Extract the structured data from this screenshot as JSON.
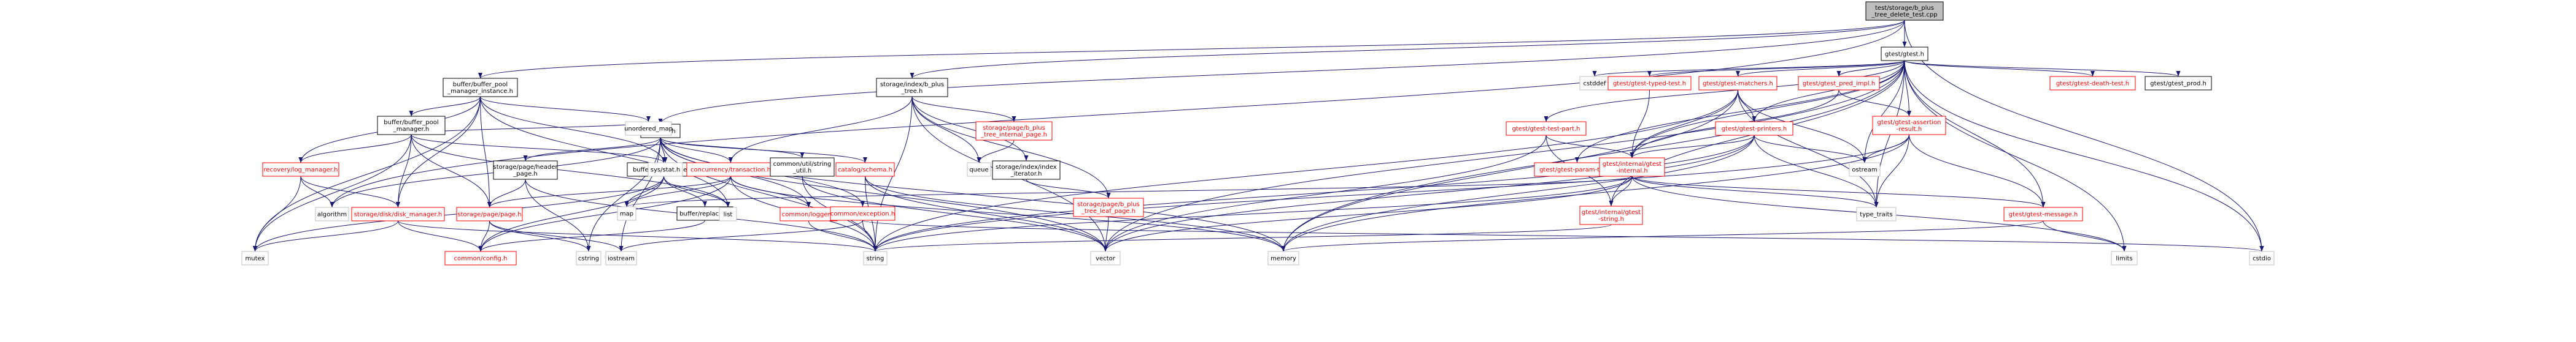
{
  "graph": {
    "title": "test/storage/b_plus_tree_delete_test.cpp",
    "colors": {
      "edge": "#191970",
      "text_default": "#000000",
      "text_highlight": "#ff0000",
      "border_default": "#000000",
      "border_highlight": "#ff0000",
      "border_external": "#bfbfbf",
      "root_fill": "#bfbfbf",
      "node_fill": "#ffffff"
    },
    "nodes": [
      {
        "id": "root",
        "kind": "root",
        "lines": [
          "test/storage/b_plus",
          "_tree_delete_test.cpp"
        ]
      },
      {
        "id": "bpmi",
        "kind": "normal",
        "lines": [
          "buffer/buffer_pool",
          "_manager_instance.h"
        ]
      },
      {
        "id": "bpt",
        "kind": "normal",
        "lines": [
          "storage/index/b_plus",
          "_tree.h"
        ]
      },
      {
        "id": "test_util",
        "kind": "normal",
        "lines": [
          "test_util.h"
        ]
      },
      {
        "id": "gtest",
        "kind": "normal",
        "lines": [
          "gtest/gtest.h"
        ]
      },
      {
        "id": "bpm",
        "kind": "normal",
        "lines": [
          "buffer/buffer_pool",
          "_manager.h"
        ]
      },
      {
        "id": "logmgr",
        "kind": "red",
        "lines": [
          "recovery/log_manager.h"
        ]
      },
      {
        "id": "lru",
        "kind": "normal",
        "lines": [
          "buffer/lru_replacer.h"
        ]
      },
      {
        "id": "diskmgr",
        "kind": "red",
        "lines": [
          "storage/disk/disk_manager.h"
        ]
      },
      {
        "id": "replacer",
        "kind": "normal",
        "lines": [
          "buffer/replacer.h"
        ]
      },
      {
        "id": "page",
        "kind": "red",
        "lines": [
          "storage/page/page.h"
        ]
      },
      {
        "id": "config",
        "kind": "red",
        "lines": [
          "common/config.h"
        ]
      },
      {
        "id": "headerpage",
        "kind": "normal",
        "lines": [
          "storage/page/header",
          "_page.h"
        ]
      },
      {
        "id": "transaction",
        "kind": "red",
        "lines": [
          "concurrency/transaction.h"
        ]
      },
      {
        "id": "stringutil",
        "kind": "normal",
        "lines": [
          "common/util/string",
          "_util.h"
        ]
      },
      {
        "id": "logger",
        "kind": "red",
        "lines": [
          "common/logger.h"
        ]
      },
      {
        "id": "schema",
        "kind": "red",
        "lines": [
          "catalog/schema.h"
        ]
      },
      {
        "id": "exception",
        "kind": "red",
        "lines": [
          "common/exception.h"
        ]
      },
      {
        "id": "internalpage",
        "kind": "red",
        "lines": [
          "storage/page/b_plus",
          "_tree_internal_page.h"
        ]
      },
      {
        "id": "indexiter",
        "kind": "normal",
        "lines": [
          "storage/index/index",
          "_iterator.h"
        ]
      },
      {
        "id": "leafpage",
        "kind": "red",
        "lines": [
          "storage/page/b_plus",
          "_tree_leaf_page.h"
        ]
      },
      {
        "id": "cstddef",
        "kind": "external",
        "lines": [
          "cstddef"
        ]
      },
      {
        "id": "typedtest",
        "kind": "red",
        "lines": [
          "gtest/gtest-typed-test.h"
        ]
      },
      {
        "id": "matchers",
        "kind": "red",
        "lines": [
          "gtest/gtest-matchers.h"
        ]
      },
      {
        "id": "predimpl",
        "kind": "red",
        "lines": [
          "gtest/gtest_pred_impl.h"
        ]
      },
      {
        "id": "deathtest",
        "kind": "red",
        "lines": [
          "gtest/gtest-death-test.h"
        ]
      },
      {
        "id": "gtestprod",
        "kind": "normal",
        "lines": [
          "gtest/gtest_prod.h"
        ]
      },
      {
        "id": "testpart",
        "kind": "red",
        "lines": [
          "gtest/gtest-test-part.h"
        ]
      },
      {
        "id": "paramtest",
        "kind": "red",
        "lines": [
          "gtest/gtest-param-test.h"
        ]
      },
      {
        "id": "printers",
        "kind": "red",
        "lines": [
          "gtest/gtest-printers.h"
        ]
      },
      {
        "id": "assertresult",
        "kind": "red",
        "lines": [
          "gtest/gtest-assertion",
          "-result.h"
        ]
      },
      {
        "id": "internal",
        "kind": "red",
        "lines": [
          "gtest/internal/gtest",
          "-internal.h"
        ]
      },
      {
        "id": "gtestmessage",
        "kind": "red",
        "lines": [
          "gtest/gtest-message.h"
        ]
      },
      {
        "id": "internalstring",
        "kind": "red",
        "lines": [
          "gtest/internal/gtest",
          "-string.h"
        ]
      },
      {
        "id": "unordered_map",
        "kind": "external",
        "lines": [
          "unordered_map"
        ]
      },
      {
        "id": "list",
        "kind": "external",
        "lines": [
          "list"
        ]
      },
      {
        "id": "mutex",
        "kind": "external",
        "lines": [
          "mutex"
        ]
      },
      {
        "id": "algorithm",
        "kind": "external",
        "lines": [
          "algorithm"
        ]
      },
      {
        "id": "map",
        "kind": "external",
        "lines": [
          "map"
        ]
      },
      {
        "id": "cstring",
        "kind": "external",
        "lines": [
          "cstring"
        ]
      },
      {
        "id": "iostream",
        "kind": "external",
        "lines": [
          "iostream"
        ]
      },
      {
        "id": "sysstat",
        "kind": "external",
        "lines": [
          "sys/stat.h"
        ]
      },
      {
        "id": "queue",
        "kind": "external",
        "lines": [
          "queue"
        ]
      },
      {
        "id": "string",
        "kind": "external",
        "lines": [
          "string"
        ]
      },
      {
        "id": "vector",
        "kind": "external",
        "lines": [
          "vector"
        ]
      },
      {
        "id": "memory",
        "kind": "external",
        "lines": [
          "memory"
        ]
      },
      {
        "id": "ostream",
        "kind": "external",
        "lines": [
          "ostream"
        ]
      },
      {
        "id": "type_traits",
        "kind": "external",
        "lines": [
          "type_traits"
        ]
      },
      {
        "id": "limits",
        "kind": "external",
        "lines": [
          "limits"
        ]
      },
      {
        "id": "cstdio",
        "kind": "external",
        "lines": [
          "cstdio"
        ]
      }
    ],
    "edges": [
      [
        "root",
        "bpmi"
      ],
      [
        "root",
        "bpt"
      ],
      [
        "root",
        "test_util"
      ],
      [
        "root",
        "gtest"
      ],
      [
        "root",
        "algorithm"
      ],
      [
        "root",
        "cstdio"
      ],
      [
        "bpmi",
        "bpm"
      ],
      [
        "bpmi",
        "lru"
      ],
      [
        "bpmi",
        "logmgr"
      ],
      [
        "bpmi",
        "diskmgr"
      ],
      [
        "bpmi",
        "page"
      ],
      [
        "bpmi",
        "list"
      ],
      [
        "bpmi",
        "unordered_map"
      ],
      [
        "bpmi",
        "mutex"
      ],
      [
        "bpm",
        "lru"
      ],
      [
        "bpm",
        "logmgr"
      ],
      [
        "bpm",
        "diskmgr"
      ],
      [
        "bpm",
        "page"
      ],
      [
        "bpm",
        "list"
      ],
      [
        "bpm",
        "mutex"
      ],
      [
        "bpm",
        "unordered_map"
      ],
      [
        "logmgr",
        "diskmgr"
      ],
      [
        "logmgr",
        "algorithm"
      ],
      [
        "logmgr",
        "mutex"
      ],
      [
        "lru",
        "replacer"
      ],
      [
        "lru",
        "list"
      ],
      [
        "lru",
        "map"
      ],
      [
        "lru",
        "mutex"
      ],
      [
        "lru",
        "config"
      ],
      [
        "replacer",
        "config"
      ],
      [
        "diskmgr",
        "mutex"
      ],
      [
        "diskmgr",
        "string"
      ],
      [
        "diskmgr",
        "config"
      ],
      [
        "page",
        "config"
      ],
      [
        "page",
        "cstring"
      ],
      [
        "page",
        "iostream"
      ],
      [
        "headerpage",
        "page"
      ],
      [
        "headerpage",
        "cstring"
      ],
      [
        "headerpage",
        "string"
      ],
      [
        "test_util",
        "headerpage"
      ],
      [
        "test_util",
        "transaction"
      ],
      [
        "test_util",
        "stringutil"
      ],
      [
        "test_util",
        "logger"
      ],
      [
        "test_util",
        "schema"
      ],
      [
        "test_util",
        "exception"
      ],
      [
        "test_util",
        "sysstat"
      ],
      [
        "test_util",
        "cstring"
      ],
      [
        "test_util",
        "iostream"
      ],
      [
        "test_util",
        "string"
      ],
      [
        "test_util",
        "vector"
      ],
      [
        "test_util",
        "memory"
      ],
      [
        "test_util",
        "algorithm"
      ],
      [
        "transaction",
        "page"
      ],
      [
        "transaction",
        "config"
      ],
      [
        "transaction",
        "logger"
      ],
      [
        "transaction",
        "string"
      ],
      [
        "transaction",
        "memory"
      ],
      [
        "transaction",
        "map"
      ],
      [
        "stringutil",
        "string"
      ],
      [
        "stringutil",
        "vector"
      ],
      [
        "logger",
        "string"
      ],
      [
        "schema",
        "string"
      ],
      [
        "schema",
        "vector"
      ],
      [
        "schema",
        "memory"
      ],
      [
        "exception",
        "string"
      ],
      [
        "exception",
        "iostream"
      ],
      [
        "exception",
        "cstdio"
      ],
      [
        "bpt",
        "transaction"
      ],
      [
        "bpt",
        "internalpage"
      ],
      [
        "bpt",
        "indexiter"
      ],
      [
        "bpt",
        "leafpage"
      ],
      [
        "bpt",
        "queue"
      ],
      [
        "bpt",
        "string"
      ],
      [
        "bpt",
        "vector"
      ],
      [
        "internalpage",
        "queue"
      ],
      [
        "indexiter",
        "leafpage"
      ],
      [
        "leafpage",
        "vector"
      ],
      [
        "gtest",
        "cstddef"
      ],
      [
        "gtest",
        "typedtest"
      ],
      [
        "gtest",
        "matchers"
      ],
      [
        "gtest",
        "predimpl"
      ],
      [
        "gtest",
        "deathtest"
      ],
      [
        "gtest",
        "gtestprod"
      ],
      [
        "gtest",
        "testpart"
      ],
      [
        "gtest",
        "paramtest"
      ],
      [
        "gtest",
        "printers"
      ],
      [
        "gtest",
        "assertresult"
      ],
      [
        "gtest",
        "internal"
      ],
      [
        "gtest",
        "gtestmessage"
      ],
      [
        "gtest",
        "internalstring"
      ],
      [
        "gtest",
        "ostream"
      ],
      [
        "gtest",
        "vector"
      ],
      [
        "gtest",
        "memory"
      ],
      [
        "gtest",
        "limits"
      ],
      [
        "gtest",
        "type_traits"
      ],
      [
        "gtest",
        "cstdio"
      ],
      [
        "typedtest",
        "internal"
      ],
      [
        "matchers",
        "internal"
      ],
      [
        "matchers",
        "printers"
      ],
      [
        "matchers",
        "ostream"
      ],
      [
        "matchers",
        "memory"
      ],
      [
        "matchers",
        "string"
      ],
      [
        "matchers",
        "type_traits"
      ],
      [
        "predimpl",
        "internal"
      ],
      [
        "predimpl",
        "assertresult"
      ],
      [
        "testpart",
        "internal"
      ],
      [
        "testpart",
        "internalstring"
      ],
      [
        "testpart",
        "vector"
      ],
      [
        "paramtest",
        "internal"
      ],
      [
        "printers",
        "internal"
      ],
      [
        "printers",
        "ostream"
      ],
      [
        "printers",
        "string"
      ],
      [
        "printers",
        "vector"
      ],
      [
        "printers",
        "memory"
      ],
      [
        "printers",
        "type_traits"
      ],
      [
        "assertresult",
        "gtestmessage"
      ],
      [
        "assertresult",
        "ostream"
      ],
      [
        "assertresult",
        "string"
      ],
      [
        "assertresult",
        "type_traits"
      ],
      [
        "assertresult",
        "memory"
      ],
      [
        "internal",
        "gtestmessage"
      ],
      [
        "internal",
        "internalstring"
      ],
      [
        "internal",
        "map"
      ],
      [
        "internal",
        "vector"
      ],
      [
        "internal",
        "string"
      ],
      [
        "internal",
        "type_traits"
      ],
      [
        "internal",
        "limits"
      ],
      [
        "gtestmessage",
        "memory"
      ],
      [
        "gtestmessage",
        "limits"
      ],
      [
        "internalstring",
        "string"
      ]
    ]
  }
}
